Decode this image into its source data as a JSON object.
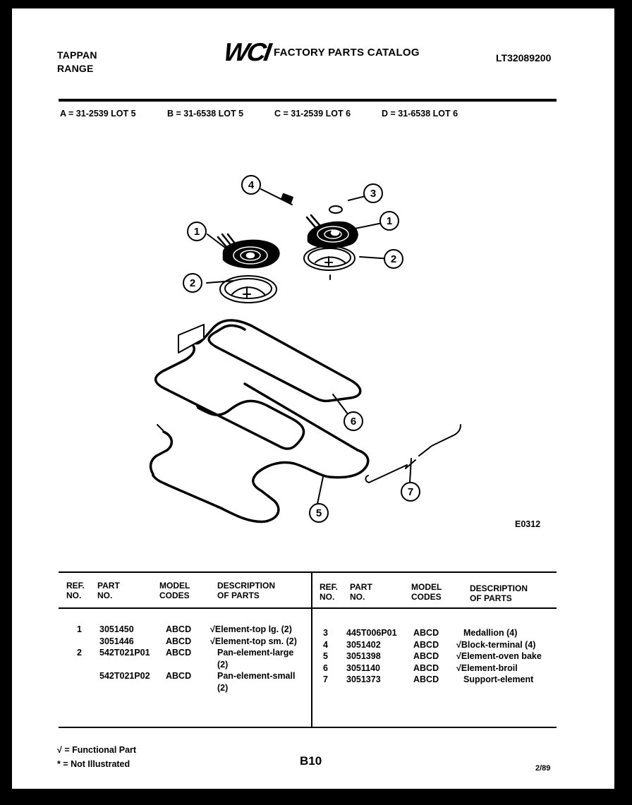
{
  "header": {
    "brand_line1": "TAPPAN",
    "brand_line2": "RANGE",
    "logo": "WCI",
    "catalog_title": "FACTORY PARTS CATALOG",
    "catalog_number": "LT32089200"
  },
  "model_lots": [
    {
      "code": "A",
      "label": "A = 31-2539 LOT 5"
    },
    {
      "code": "B",
      "label": "B = 31-6538 LOT 5"
    },
    {
      "code": "C",
      "label": "C = 31-2539 LOT 6"
    },
    {
      "code": "D",
      "label": "D = 31-6538 LOT 6"
    }
  ],
  "diagram": {
    "code": "E0312",
    "callouts": [
      "1",
      "1",
      "2",
      "2",
      "3",
      "4",
      "5",
      "6",
      "7"
    ]
  },
  "table": {
    "headers": {
      "ref": [
        "REF.",
        "NO."
      ],
      "part": [
        "PART",
        "NO."
      ],
      "model": [
        "MODEL",
        "CODES"
      ],
      "desc": [
        "DESCRIPTION",
        "OF PARTS"
      ]
    },
    "left_rows": [
      {
        "ref": "1",
        "part": "3051450",
        "model": "ABCD",
        "functional": true,
        "desc": "Element-top lg. (2)"
      },
      {
        "ref": "",
        "part": "3051446",
        "model": "ABCD",
        "functional": true,
        "desc": "Element-top sm. (2)"
      },
      {
        "ref": "2",
        "part": "542T021P01",
        "model": "ABCD",
        "functional": false,
        "desc": "Pan-element-large",
        "desc2": "(2)"
      },
      {
        "ref": "",
        "part": "542T021P02",
        "model": "ABCD",
        "functional": false,
        "desc": "Pan-element-small",
        "desc2": "(2)"
      }
    ],
    "right_rows": [
      {
        "ref": "3",
        "part": "445T006P01",
        "model": "ABCD",
        "functional": false,
        "desc": "Medallion (4)"
      },
      {
        "ref": "4",
        "part": "3051402",
        "model": "ABCD",
        "functional": true,
        "desc": "Block-terminal (4)"
      },
      {
        "ref": "5",
        "part": "3051398",
        "model": "ABCD",
        "functional": true,
        "desc": "Element-oven bake"
      },
      {
        "ref": "6",
        "part": "3051140",
        "model": "ABCD",
        "functional": true,
        "desc": "Element-broil"
      },
      {
        "ref": "7",
        "part": "3051373",
        "model": "ABCD",
        "functional": false,
        "desc": "Support-element"
      }
    ],
    "check_mark": "√"
  },
  "footer": {
    "legend_functional": "√ = Functional Part",
    "legend_not_illustrated": "* = Not Illustrated",
    "page_number": "B10",
    "date": "2/89"
  }
}
